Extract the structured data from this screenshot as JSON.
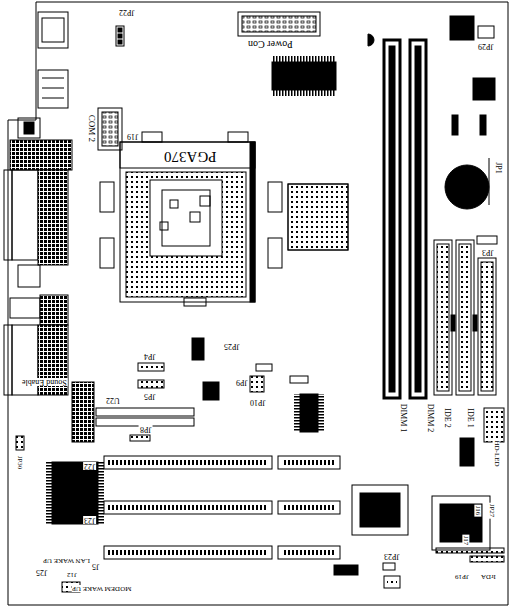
{
  "diagram": {
    "labels": [
      "JP22",
      "Power Con",
      "JP29",
      "COM 2",
      "J19",
      "PGA370",
      "JP1",
      "JP3",
      "JP25",
      "JP4",
      "JP5",
      "JP9",
      "JP10",
      "U22",
      "JP8",
      "DIMM 1",
      "DIMM 2",
      "IDE 2",
      "IDE 1",
      "HD-LED",
      "JP27",
      "J16",
      "J17",
      "Sound Enable",
      "JP30",
      "J22",
      "J23",
      "J5",
      "LAN WAKE UP",
      "MODEM WAKE UP",
      "J25",
      "J12",
      "JP23",
      "JP19",
      "IrDA"
    ]
  }
}
